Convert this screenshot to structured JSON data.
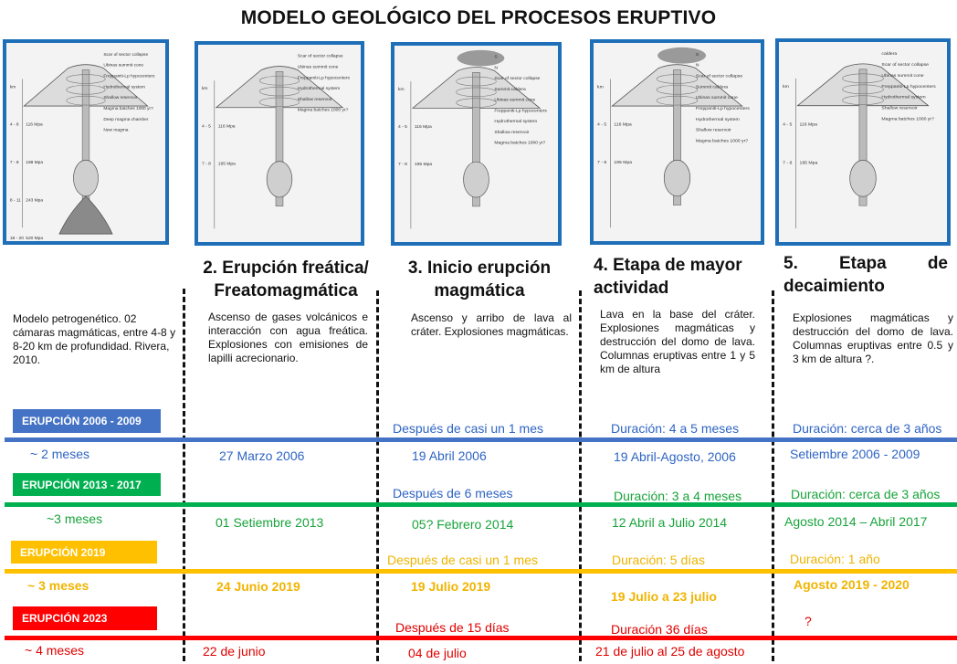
{
  "title": "MODELO GEOLÓGICO DEL PROCESOS ERUPTIVO",
  "panels": [
    {
      "labels": [
        "Scar of sector collapse",
        "Ubinas summit cone",
        "Freppaniti-Lp hypocenters",
        "Hydrothermal system",
        "Shallow reservoir",
        "Magma batches 1000 yr?",
        "Deep magma chamber",
        "New magma"
      ],
      "depths": [
        "km",
        "4 - 8",
        "7 - 8",
        "8 - 11",
        "18 - 20"
      ],
      "pressures": [
        "116 Mpa",
        "188 Mpa",
        "243 Mpa",
        "520 Mpa"
      ]
    },
    {
      "labels": [
        "Scar of sector collapse",
        "Ubinas summit cone",
        "Freppaniti-Lp hypocenters",
        "Hydrothermal system",
        "Shallow reservoir",
        "Magma batches 1000 yr?"
      ],
      "depths": [
        "km",
        "4 - 5",
        "7 - 8"
      ],
      "pressures": [
        "116 Mpa",
        "195 Mpa"
      ]
    },
    {
      "labels": [
        "S",
        "N",
        "Scar of sector collapse",
        "Summit caldera",
        "Ubinas summit cone",
        "Freppaniti-Lp hypocenters",
        "Hydrothermal system",
        "Shallow reservoir",
        "Magma batches 1000 yr?"
      ],
      "depths": [
        "km",
        "4 - 5",
        "7 - 8"
      ],
      "pressures": [
        "116 Mpa",
        "195 Mpa"
      ]
    },
    {
      "labels": [
        "S",
        "N",
        "Scar of sector collapse",
        "Summit caldera",
        "Ubinas summit cone",
        "Freppaniti-Lp hypocenters",
        "Hydrothermal system",
        "Shallow reservoir",
        "Magma batches 1000 yr?"
      ],
      "depths": [
        "km",
        "4 - 5",
        "7 - 8"
      ],
      "pressures": [
        "116 Mpa",
        "195 Mpa"
      ]
    },
    {
      "labels": [
        "caldera",
        "Scar of sector collapse",
        "Ubinas summit cone",
        "Freppaniti-Lp hypocenters",
        "Hydrothermal system",
        "Shallow reservoir",
        "Magma batches 1000 yr?"
      ],
      "depths": [
        "km",
        "4 - 5",
        "7 - 8"
      ],
      "pressures": [
        "116 Mpa",
        "195 Mpa"
      ]
    }
  ],
  "stages": {
    "s2": "2. Erupción freática/ Freatomagmática",
    "s3": "3. Inicio erupción magmática",
    "s4": "4. Etapa de mayor actividad",
    "s5": "5. Etapa de decaimiento"
  },
  "descriptions": {
    "d1": "Modelo petrogenético. 02 cámaras magmáticas, entre 4-8 y 8-20 km de profundidad. Rivera, 2010.",
    "d2": "Ascenso de gases volcánicos e interacción con agua freática. Explosiones con emisiones de lapilli acrecionario.",
    "d3": "Ascenso y arribo de lava al cráter. Explosiones magmáticas.",
    "d4": "Lava en la base del cráter. Explosiones magmáticas y destrucción del domo de lava. Columnas eruptivas entre 1 y 5 km de altura",
    "d5": "Explosiones magmáticas y destrucción del domo de lava. Columnas eruptivas entre 0.5 y 3 km de altura ?."
  },
  "eruptions": [
    {
      "label": "ERUPCIÓN 2006 - 2009",
      "color": "#4472c4",
      "gap": "~ 2 meses",
      "d2": "27 Marzo 2006",
      "w3": "Después de casi un  1 mes",
      "d3": "19 Abril 2006",
      "w4": "Duración: 4 a 5 meses",
      "d4": "19 Abril-Agosto, 2006",
      "w5": "Duración: cerca de 3 años",
      "d5": "Setiembre 2006 - 2009"
    },
    {
      "label": "ERUPCIÓN 2013 - 2017",
      "color": "#00b050",
      "gap": "~3 meses",
      "d2": "01 Setiembre 2013",
      "w3": "Después de 6 meses",
      "d3": "05? Febrero 2014",
      "w4": "Duración: 3 a 4 meses",
      "d4": "12 Abril a Julio 2014",
      "w5": "Duración: cerca de 3 años",
      "d5": "Agosto 2014 – Abril 2017"
    },
    {
      "label": "ERUPCIÓN 2019",
      "color": "#ffc000",
      "gap": "~ 3 meses",
      "d2": "24 Junio 2019",
      "w3": "Después de casi un  1 mes",
      "d3": "19 Julio 2019",
      "w4": "Duración: 5  días",
      "d4": "19 Julio a 23 julio",
      "w5": "Duración: 1 año",
      "d5": "Agosto 2019 - 2020"
    },
    {
      "label": "ERUPCIÓN 2023",
      "color": "#ff0000",
      "gap": "~ 4 meses",
      "d2": "22 de junio",
      "w3": "Después de 15 días",
      "d3": "04 de julio",
      "w4": "Duración 36 días",
      "d4": "21 de julio al 25 de agosto",
      "w5": "?",
      "d5": ""
    }
  ]
}
